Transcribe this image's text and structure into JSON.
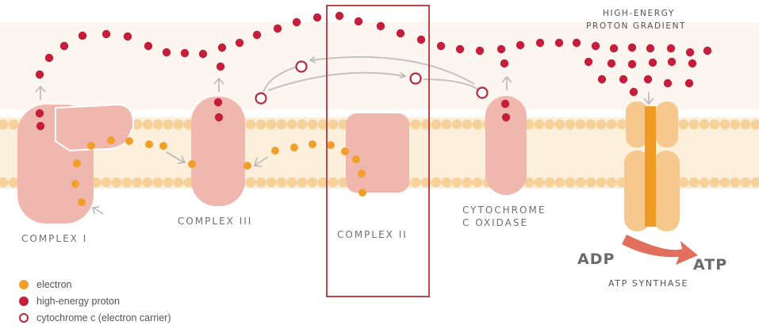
{
  "labels": {
    "complex_1": "COMPLEX I",
    "complex_3": "COMPLEX III",
    "complex_2": "COMPLEX II",
    "cyto_line1": "CYTOCHROME",
    "cyto_line2": "C OXIDASE",
    "gradient_line1": "HIGH-ENERGY",
    "gradient_line2": "PROTON  GRADIENT",
    "adp": "ADP",
    "atp": "ATP",
    "atp_synthase": "ATP SYNTHASE"
  },
  "legend": [
    {
      "key": "electron",
      "label": "electron"
    },
    {
      "key": "proton",
      "label": "high-energy proton"
    },
    {
      "key": "cytochrome",
      "label": "cytochrome c (electron carrier)"
    }
  ],
  "colors": {
    "electron": "#f0a02a",
    "proton": "#c41e3a",
    "cytochrome_ring": "#b8283a",
    "protein": "#f0b7ae",
    "membrane_bead": "#f7d19a",
    "membrane_band": "#fbe6c6",
    "synthase_light": "#f7c88e",
    "synthase_dark": "#ef9a22",
    "highlight_box": "#c0454b",
    "arrow_gray": "#bdbdbd",
    "conversion_arrow": "#e0705c"
  }
}
